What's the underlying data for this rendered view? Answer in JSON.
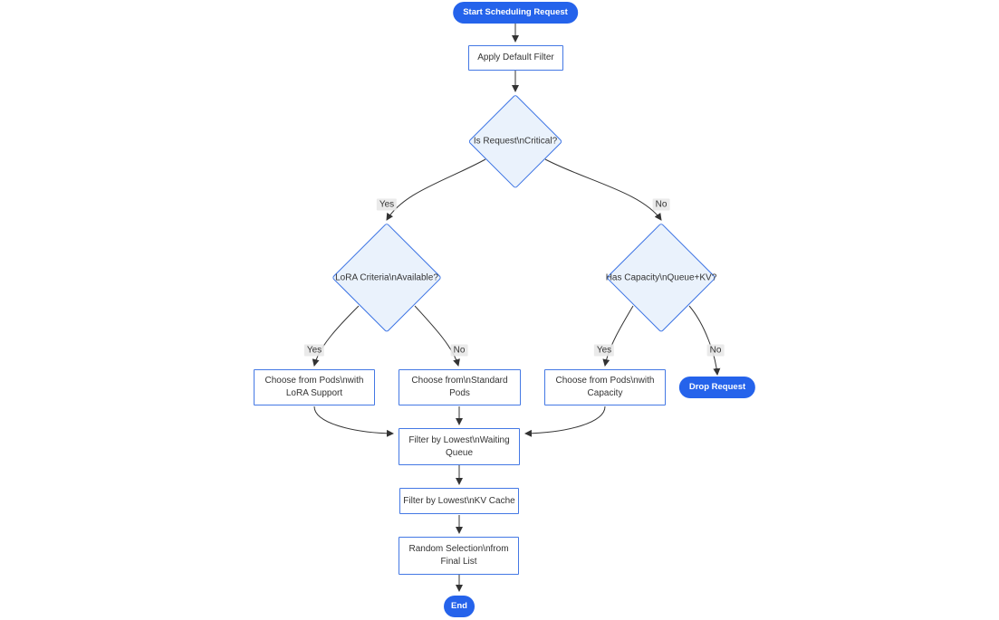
{
  "diagram": {
    "type": "flowchart",
    "colors": {
      "terminal_fill": "#2563eb",
      "terminal_text": "#ffffff",
      "process_fill": "#ffffff",
      "process_border": "#4478e4",
      "decision_fill": "#eaf2fc",
      "decision_border": "#3a72e4",
      "edge": "#333333",
      "edge_label_bg": "#e8e8e8",
      "text": "#333333"
    },
    "nodes": {
      "start": {
        "shape": "pill",
        "lines": [
          "Start Scheduling Request"
        ]
      },
      "apply_filter": {
        "shape": "rect",
        "lines": [
          "Apply Default Filter"
        ]
      },
      "is_critical": {
        "shape": "diamond",
        "lines": [
          "Is Request\\nCritical?"
        ]
      },
      "lora_criteria": {
        "shape": "diamond",
        "lines": [
          "LoRA Criteria\\nAvailable?"
        ]
      },
      "has_capacity": {
        "shape": "diamond",
        "lines": [
          "Has Capacity\\nQueue+KV?"
        ]
      },
      "choose_lora": {
        "shape": "rect",
        "lines": [
          "Choose from Pods\\nwith",
          "LoRA Support"
        ]
      },
      "choose_standard": {
        "shape": "rect",
        "lines": [
          "Choose from\\nStandard",
          "Pods"
        ]
      },
      "choose_capacity": {
        "shape": "rect",
        "lines": [
          "Choose from Pods\\nwith",
          "Capacity"
        ]
      },
      "drop_request": {
        "shape": "pill",
        "lines": [
          "Drop Request"
        ]
      },
      "filter_waiting": {
        "shape": "rect",
        "lines": [
          "Filter by Lowest\\nWaiting",
          "Queue"
        ]
      },
      "filter_kv": {
        "shape": "rect",
        "lines": [
          "Filter by Lowest\\nKV Cache"
        ]
      },
      "random_selection": {
        "shape": "rect",
        "lines": [
          "Random Selection\\nfrom",
          "Final List"
        ]
      },
      "end": {
        "shape": "pill",
        "lines": [
          "End"
        ]
      }
    },
    "edge_labels": {
      "critical_yes": "Yes",
      "critical_no": "No",
      "lora_yes": "Yes",
      "lora_no": "No",
      "capacity_yes": "Yes",
      "capacity_no": "No"
    },
    "edges": [
      {
        "from": "start",
        "to": "apply_filter",
        "label": ""
      },
      {
        "from": "apply_filter",
        "to": "is_critical",
        "label": ""
      },
      {
        "from": "is_critical",
        "to": "lora_criteria",
        "label": "Yes"
      },
      {
        "from": "is_critical",
        "to": "has_capacity",
        "label": "No"
      },
      {
        "from": "lora_criteria",
        "to": "choose_lora",
        "label": "Yes"
      },
      {
        "from": "lora_criteria",
        "to": "choose_standard",
        "label": "No"
      },
      {
        "from": "has_capacity",
        "to": "choose_capacity",
        "label": "Yes"
      },
      {
        "from": "has_capacity",
        "to": "drop_request",
        "label": "No"
      },
      {
        "from": "choose_lora",
        "to": "filter_waiting",
        "label": ""
      },
      {
        "from": "choose_standard",
        "to": "filter_waiting",
        "label": ""
      },
      {
        "from": "choose_capacity",
        "to": "filter_waiting",
        "label": ""
      },
      {
        "from": "filter_waiting",
        "to": "filter_kv",
        "label": ""
      },
      {
        "from": "filter_kv",
        "to": "random_selection",
        "label": ""
      },
      {
        "from": "random_selection",
        "to": "end",
        "label": ""
      }
    ]
  }
}
